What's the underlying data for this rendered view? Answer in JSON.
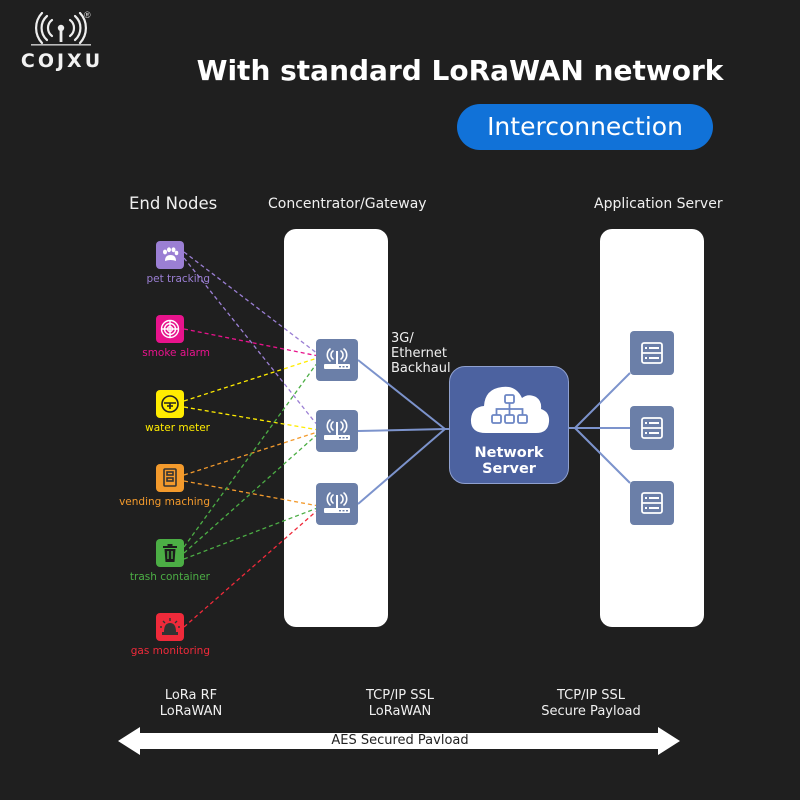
{
  "brand": {
    "name": "COJXU",
    "registered": "®",
    "logo_icon": "broadcast-antenna-icon"
  },
  "header": {
    "title": "With standard LoRaWAN network",
    "badge": "Interconnection",
    "badge_color": "#1172d8"
  },
  "columns": {
    "end_nodes": "End Nodes",
    "gateway": "Concentrator/Gateway",
    "app_server": "Application Server"
  },
  "end_nodes": [
    {
      "label": "pet tracking",
      "icon": "paw-icon",
      "color": "#9b7fd4",
      "targets": [
        0,
        1
      ]
    },
    {
      "label": "smoke alarm",
      "icon": "smoke-alarm-icon",
      "color": "#e8138c",
      "targets": [
        0
      ]
    },
    {
      "label": "water meter",
      "icon": "water-meter-icon",
      "color": "#ffec00",
      "targets": [
        0,
        1
      ]
    },
    {
      "label": "vending maching",
      "icon": "vending-machine-icon",
      "color": "#f39a2c",
      "targets": [
        1,
        2
      ]
    },
    {
      "label": "trash container",
      "icon": "trash-icon",
      "color": "#4cae45",
      "targets": [
        0,
        1,
        2
      ]
    },
    {
      "label": "gas monitoring",
      "icon": "alarm-light-icon",
      "color": "#ef2a3a",
      "targets": [
        2
      ]
    }
  ],
  "gateways": [
    {
      "icon": "router-icon"
    },
    {
      "icon": "router-icon"
    },
    {
      "icon": "router-icon"
    }
  ],
  "backhaul": {
    "line1": "3G/",
    "line2": "Ethernet",
    "line3": "Backhaul"
  },
  "network_server": {
    "line1": "Network",
    "line2": "Server",
    "icon": "cloud-network-icon"
  },
  "app_servers": [
    {
      "icon": "server-icon"
    },
    {
      "icon": "server-icon"
    },
    {
      "icon": "server-icon"
    }
  ],
  "protocols": [
    {
      "line1": "LoRa RF",
      "line2": "LoRaWAN"
    },
    {
      "line1": "TCP/IP SSL",
      "line2": "LoRaWAN"
    },
    {
      "line1": "TCP/IP SSL",
      "line2": "Secure Payload"
    }
  ],
  "arrow_label": "AES Secured Pavload",
  "link_color": "#7c93cc"
}
